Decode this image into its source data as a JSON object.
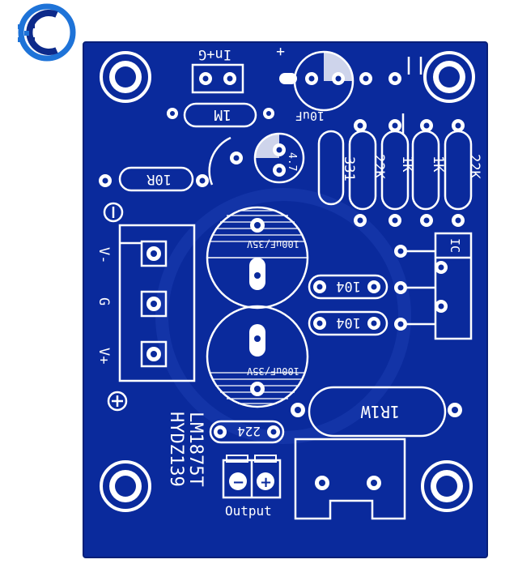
{
  "colors": {
    "board": "#0a2a9c",
    "board_edge": "#081f78",
    "silkscreen": "#ffffff",
    "pad": "#ffffff",
    "hole": "#0a2a9c",
    "logo_blue": "#1e73d8",
    "logo_dark": "#0d2a8a"
  },
  "board": {
    "chip_label": "LM1875T",
    "model_label": "HYDZ139",
    "output_label": "Output"
  },
  "labels": {
    "input_gain": "In+G",
    "plus_top": "+",
    "r_1m": "1M",
    "cap_10uf": "10uF",
    "r_10r": "10R",
    "r_331": "331",
    "r_22k_a": "22K",
    "r_1k_a": "1K",
    "r_1k_b": "1K",
    "r_22k_b": "22K",
    "cap_4u7": "4.7",
    "ic_label": "IC",
    "cap_100uf_top": "100uF/35V",
    "cap_100uf_bottom": "100uF/35V",
    "cap_104_a": "104",
    "cap_104_b": "104",
    "r_1r1w": "1R1W",
    "cap_224": "224",
    "power_minus": "V-",
    "power_ground": "G",
    "power_plus": "V+",
    "minus_symbol": "−",
    "plus_symbol": "+",
    "out_minus": "−",
    "out_plus": "+"
  }
}
